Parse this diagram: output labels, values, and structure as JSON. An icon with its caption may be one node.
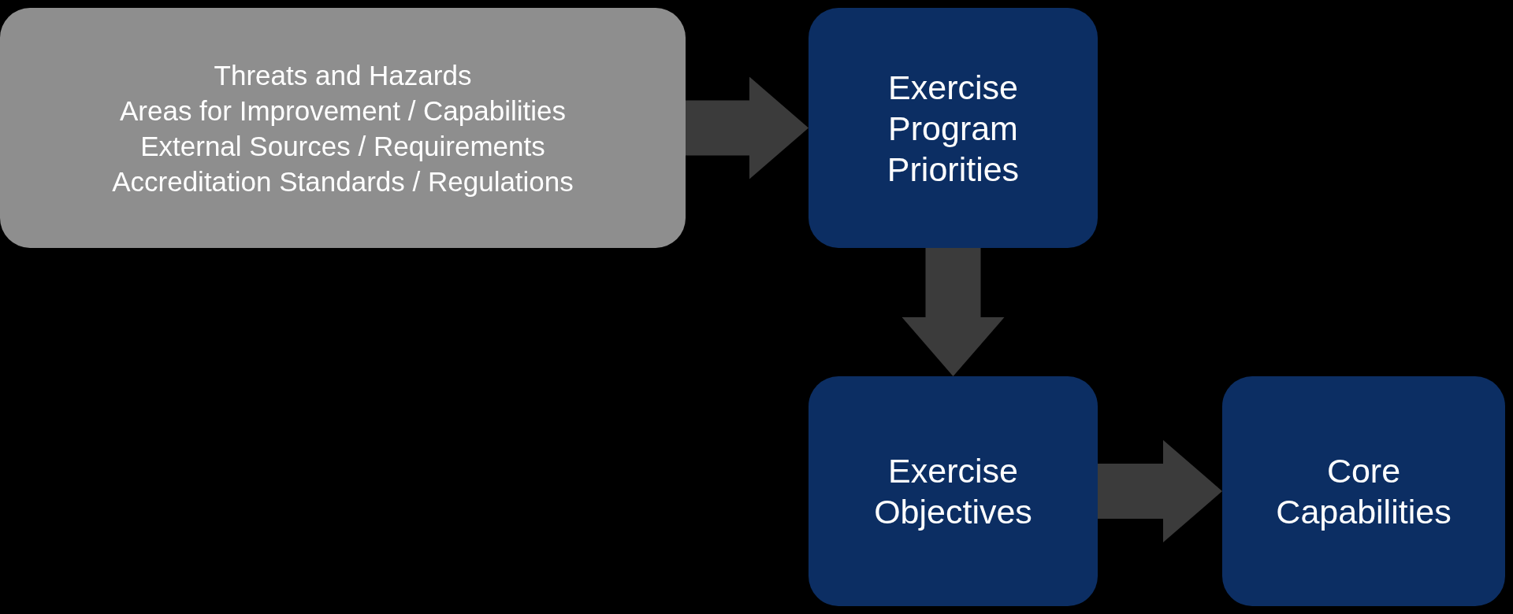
{
  "diagram": {
    "nodes": [
      {
        "text": [
          "Threats and Hazards",
          "Areas for Improvement / Capabilities",
          "External Sources / Requirements",
          "Accreditation Standards / Regulations"
        ]
      },
      {
        "text": [
          "Exercise Program Priorities"
        ]
      },
      {
        "text": [
          "Exercise Objectives"
        ]
      },
      {
        "text": [
          "Core Capabilities"
        ]
      }
    ],
    "edges": [
      {
        "from": 0,
        "to": 1,
        "arrow": "to"
      },
      {
        "from": 1,
        "to": 2,
        "arrow": "to"
      },
      {
        "from": 2,
        "to": 3,
        "arrow": "to"
      }
    ]
  }
}
